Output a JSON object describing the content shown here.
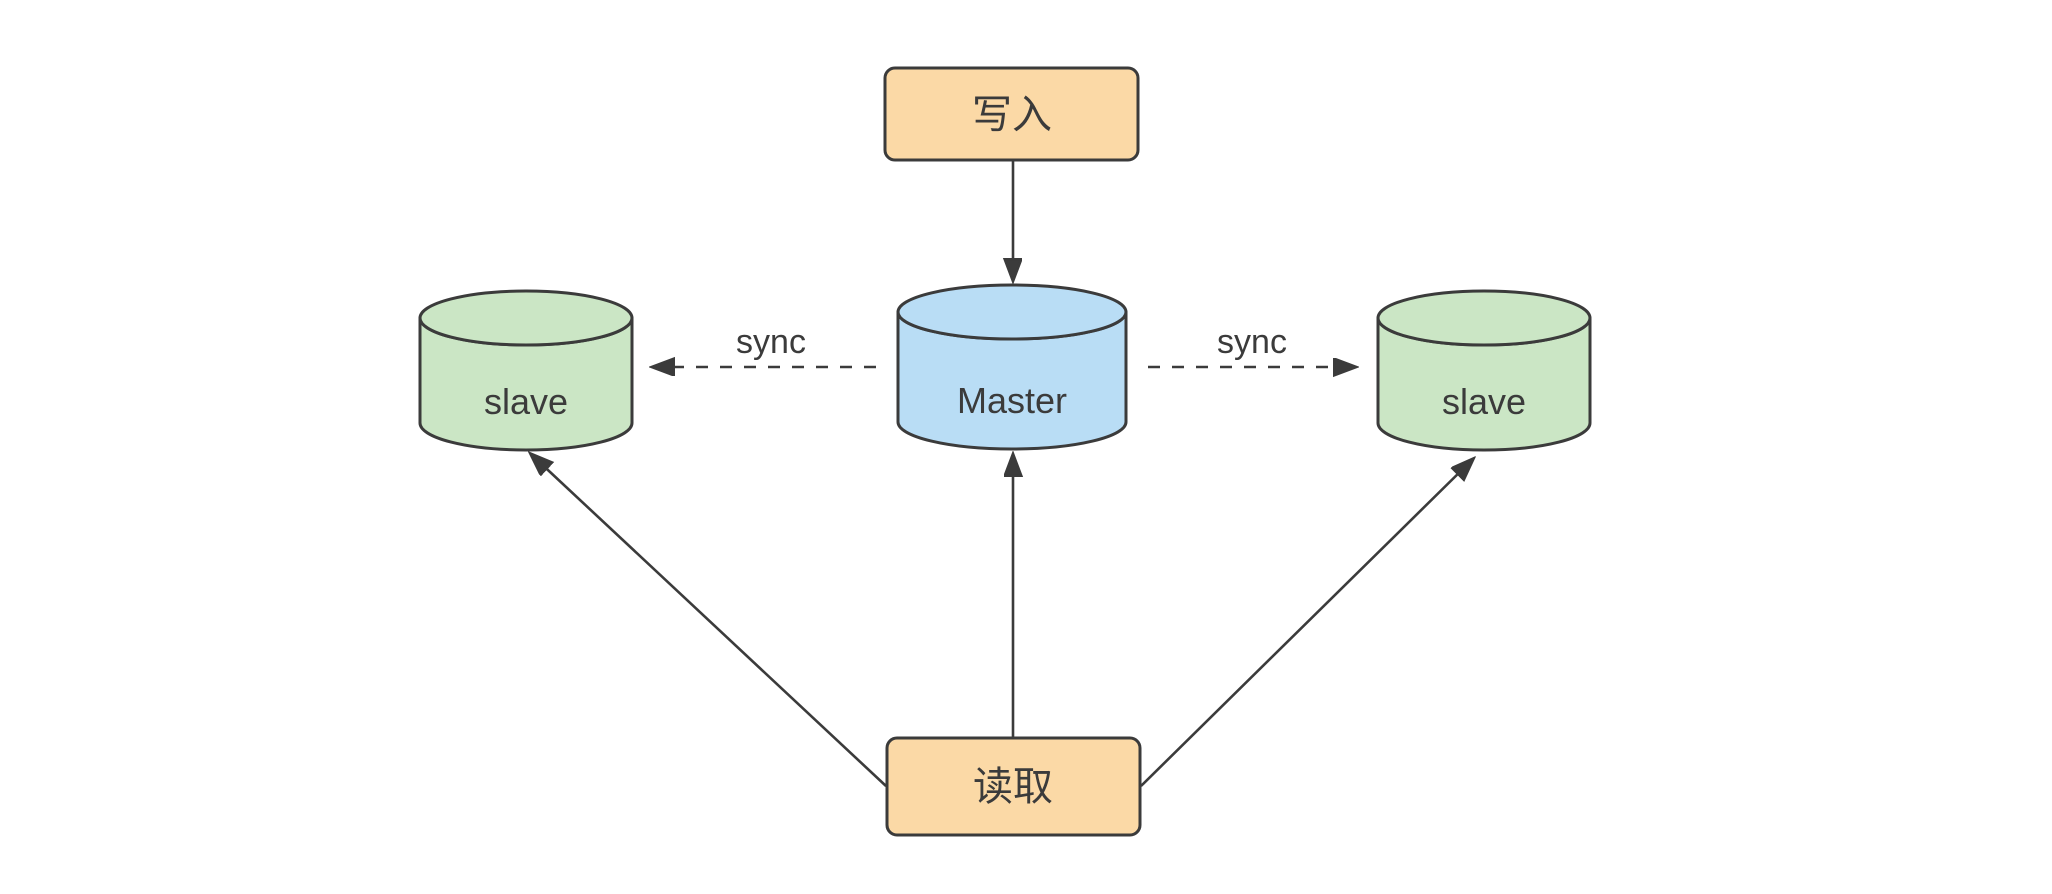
{
  "diagram": {
    "background": "#ffffff",
    "stroke_color": "#3b3b3b",
    "text_color": "#3b3b3b",
    "nodes": {
      "write": {
        "label": "写入",
        "fill": "#fbd9a6",
        "shape": "rounded-rectangle"
      },
      "master": {
        "label": "Master",
        "fill": "#b9ddf5",
        "shape": "database-cylinder"
      },
      "slave_left": {
        "label": "slave",
        "fill": "#cbe6c5",
        "shape": "database-cylinder"
      },
      "slave_right": {
        "label": "slave",
        "fill": "#cbe6c5",
        "shape": "database-cylinder"
      },
      "read": {
        "label": "读取",
        "fill": "#fbd9a6",
        "shape": "rounded-rectangle"
      }
    },
    "edges": {
      "write_to_master": {
        "from": "write",
        "to": "master",
        "style": "solid-arrow"
      },
      "master_to_slave_left": {
        "from": "master",
        "to": "slave_left",
        "style": "dashed-arrow",
        "label": "sync"
      },
      "master_to_slave_right": {
        "from": "master",
        "to": "slave_right",
        "style": "dashed-arrow",
        "label": "sync"
      },
      "read_to_master": {
        "from": "read",
        "to": "master",
        "style": "solid-arrow"
      },
      "read_to_slave_left": {
        "from": "read",
        "to": "slave_left",
        "style": "solid-arrow"
      },
      "read_to_slave_right": {
        "from": "read",
        "to": "slave_right",
        "style": "solid-arrow"
      }
    }
  }
}
